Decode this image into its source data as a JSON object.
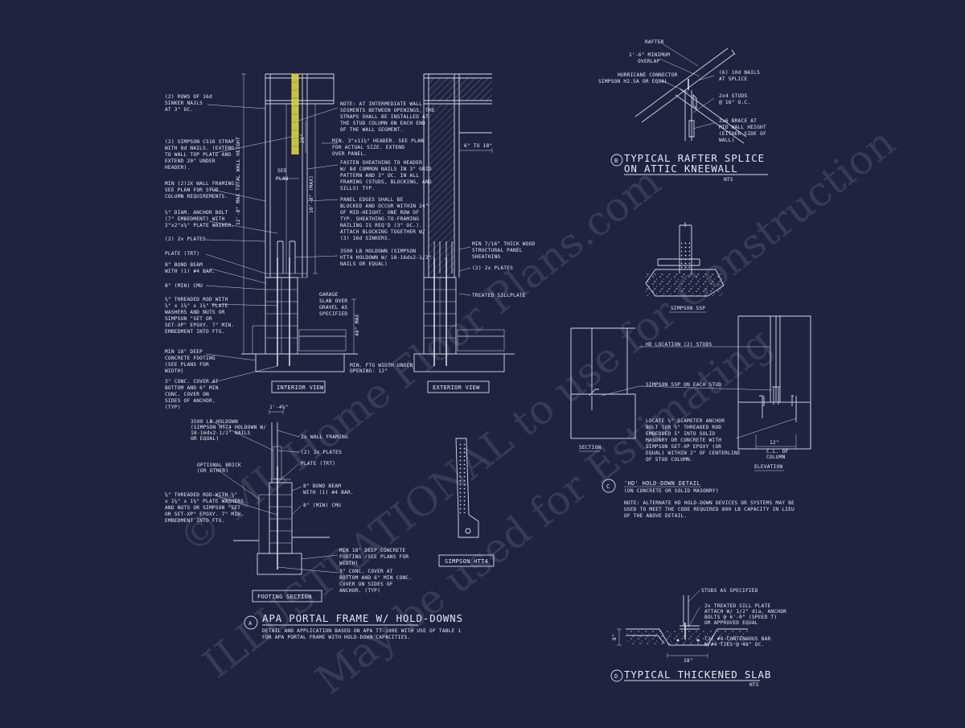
{
  "watermark": {
    "line1": "© ML Home Floor Plans.com",
    "line2": "ILLUSTRATIONAL to use for Construction",
    "line3": "May be used for Estimating"
  },
  "interior": {
    "notes_left": [
      "(2) ROWS OF 16d",
      "SINKER NAILS",
      "AT 3\" OC.",
      "(2) SIMPSON CS16 STRAP",
      "WITH 8d NAILS. (EXTEND",
      "TO WALL TOP PLATE AND",
      "EXTEND 20\" UNDER",
      "HEADER).",
      "MIN (2)2X WALL FRAMING.",
      "SEE PLAN FOR STUD",
      "COLUMN REQUIREMENTS.",
      "⅝\" DIAM. ANCHOR BOLT",
      "(7\" EMBEDMENT) WITH",
      "2\"x2\"x⅝\" PLATE WASHER.",
      "(2) 2x PLATES",
      "PLATE (TRT)",
      "8\" BOND BEAM",
      "WITH (1) #4 BAR.",
      "8\" (MIN) CMU",
      "⅝\" THREADED ROD WITH",
      "⅝\" x 1⅛\" x 1⅛\" PLATE",
      "WASHERS AND NUTS OR",
      "SIMPSON \"SET OR",
      "SET-XP\" EPOXY. 7\" MIN.",
      "EMBEDMENT INTO FTG.",
      "MIN 18\" DEEP",
      "CONCRETE FOOTING",
      "(SEE PLANS FOR",
      "WIDTH)",
      "3\" CONC. COVER AT",
      "BOTTOM AND 6\" MIN",
      "CONC. COVER ON",
      "SIDES OF ANCHOR.",
      "(TYP)"
    ],
    "notes_right": [
      "NOTE: AT INTERMEDIATE WALL",
      "SEGMENTS BETWEEN OPENINGS, THE",
      "STRAPS SHALL BE INSTALLED AT",
      "THE STUD COLUMN ON EACH END",
      "OF THE WALL SEGMENT.",
      "MIN. 3\"x11¼\" HEADER. SEE PLAN",
      "FOR ACTUAL SIZE. EXTEND",
      "OVER PANEL.",
      "FASTEN SHEATHING TO HEADER",
      "W/ 8d COMMON NAILS IN 3\" GRID",
      "PATTERN AND 3\" OC. IN ALL",
      "FRAMING (STUDS, BLOCKING, AND",
      "SILLS) TYP.",
      "PANEL EDGES SHALL BE",
      "BLOCKED AND OCCUR WITHIN 24\"",
      "OF MID-HEIGHT. ONE ROW OF",
      "TYP. SHEATHING-TO-FRAMING",
      "NAILING IS REQ'D (3\" OC.).",
      "ATTACH BLOCKING TOGETHER W/",
      "(3) 16d SINKERS.",
      "3500 LB HOLDOWN (SIMPSON",
      "HTT4 HOLDOWN W/ 18-16dx2-1/2\"",
      "NAILS OR EQUAL)"
    ],
    "dims": {
      "see": "SEE",
      "plan": "PLAN",
      "total": "12'-8\" MAX TOTAL WALL HEIGHT",
      "max10": "10'-8\" (MAX)",
      "d20": "20\"",
      "d48": "48\" MAX"
    },
    "garage": [
      "GARAGE",
      "SLAB OVER",
      "GRAVEL AS",
      "SPECIFIED"
    ],
    "ftg_note": [
      "MIN. FTG WIDTH UNDER",
      "OPENING: 12\""
    ],
    "view_label": "INTERIOR VIEW"
  },
  "exterior": {
    "dim": "6\" TO 18\"",
    "notes": [
      "MIN 7/16\" THICK WOOD",
      "STRUCTURAL PANEL",
      "SHEATHING",
      "(2) 2x PLATES",
      "TREATED SILLPLATE"
    ],
    "view_label": "EXTERIOR VIEW"
  },
  "footing": {
    "dim": "1'-4⅛\"",
    "notes_left": [
      "3500 LB HOLDOWN",
      "(SIMPSON HTT4 HOLDOWN W/",
      "18-16dx2-1/2\" NAILS",
      "OR EQUAL)",
      "OPTIONAL BRICK",
      "(OR OTHER)",
      "⅝\" THREADED ROD WITH ⅝\"",
      "x 1⅛\" x 1⅛\" PLATE WASHERS",
      "AND NUTS OR SIMPSON \"SET",
      "OR SET-XP\" EPOXY. 7\" MIN.",
      "EMBEDMENT INTO FTG."
    ],
    "notes_right": [
      "2x WALL FRAMING",
      "(2) 2x PLATES",
      "PLATE (TRT)",
      "8\" BOND BEAM",
      "WITH (1) #4 BAR.",
      "8\" (MIN) CMU",
      "MIN 18\" DEEP CONCRETE",
      "FOOTING (SEE PLANS FOR",
      "WIDTH)",
      "3\" CONC. COVER AT",
      "BOTTOM AND 6\" MIN CONC.",
      "COVER ON SIDES OF",
      "ANCHOR. (TYP)"
    ],
    "view_label": "FOOTING SECTION"
  },
  "htt4": {
    "label": "SIMPSON HTT4"
  },
  "detail_a": {
    "letter": "A",
    "title": "APA PORTAL FRAME W/ HOLD-DOWNS",
    "desc1": "DETAIL AND APPLICATION BASED ON APA TT-100E WITH USE OF TABLE 1",
    "desc2": "FOR APA PORTAL FRAME WITH HOLD-DOWN CAPACITIES."
  },
  "detail_b": {
    "letter": "B",
    "title1": "TYPICAL RAFTER SPLICE",
    "title2": "ON ATTIC KNEEWALL",
    "nts": "NTS",
    "notes": [
      "RAFTER",
      "1'-6\" MINIMUM",
      "OVERLAP",
      "HURRICANE CONNECTOR",
      "SIMPSON H2.5A OR EQUAL",
      "(6) 10d NAILS",
      "AT SPLICE",
      "2x4 STUDS",
      "@ 16\" O.C.",
      "2x6 BRACE AT",
      "MID WALL HEIGHT",
      "(EITHER SIDE OF",
      "WALL)"
    ]
  },
  "ssp": {
    "label": "SIMPSON SSP"
  },
  "detail_c": {
    "letter": "C",
    "title": "'HD' HOLD-DOWN DETAIL",
    "subtitle": "(ON CONCRETE OR SOLID MASONRY)",
    "note": [
      "NOTE: ALTERNATE HD HOLD-DOWN DEVICES OR SYSTEMS MAY BE",
      "USED TO MEET THE CODE REQUIRED 800 LB CAPACITY IN LIEU",
      "OF THE ABOVE DETAIL."
    ],
    "callouts": [
      "HD LOCATION (2) STUDS",
      "SIMPSON SSP ON EACH STUD"
    ],
    "anchor": [
      "LOCATE ½\" DIAMETER ANCHOR",
      "BOLT (OR ½\" THREADED ROD",
      "EMBEDDED 5\" INTO SOLID",
      "MASONRY OR CONCRETE WITH",
      "SIMPSON SET-XP EPOXY (OR",
      "EQUAL) WITHIN 2\" OF CENTERLINE",
      "OF STUD COLUMN."
    ],
    "dim": [
      "12\"",
      "C.L. OF",
      "COLUMN"
    ],
    "section_label": "SECTION",
    "elevation_label": "ELEVATION"
  },
  "detail_d": {
    "letter": "D",
    "title": "TYPICAL THICKENED SLAB",
    "nts": "NTS",
    "notes": [
      "STUDS AS SPECIFIED",
      "2x TREATED SILL PLATE",
      "ATTACH W/ 1/2\" dia. ANCHOR",
      "BOLTS @ 6'-0\" (SPEED T)",
      "OR APPROVED EQUAL",
      "(2) #4 CONTINUOUS BAR",
      "W/#4 TIES @ 48\" OC."
    ],
    "dims": [
      "8\"",
      "18\""
    ]
  }
}
